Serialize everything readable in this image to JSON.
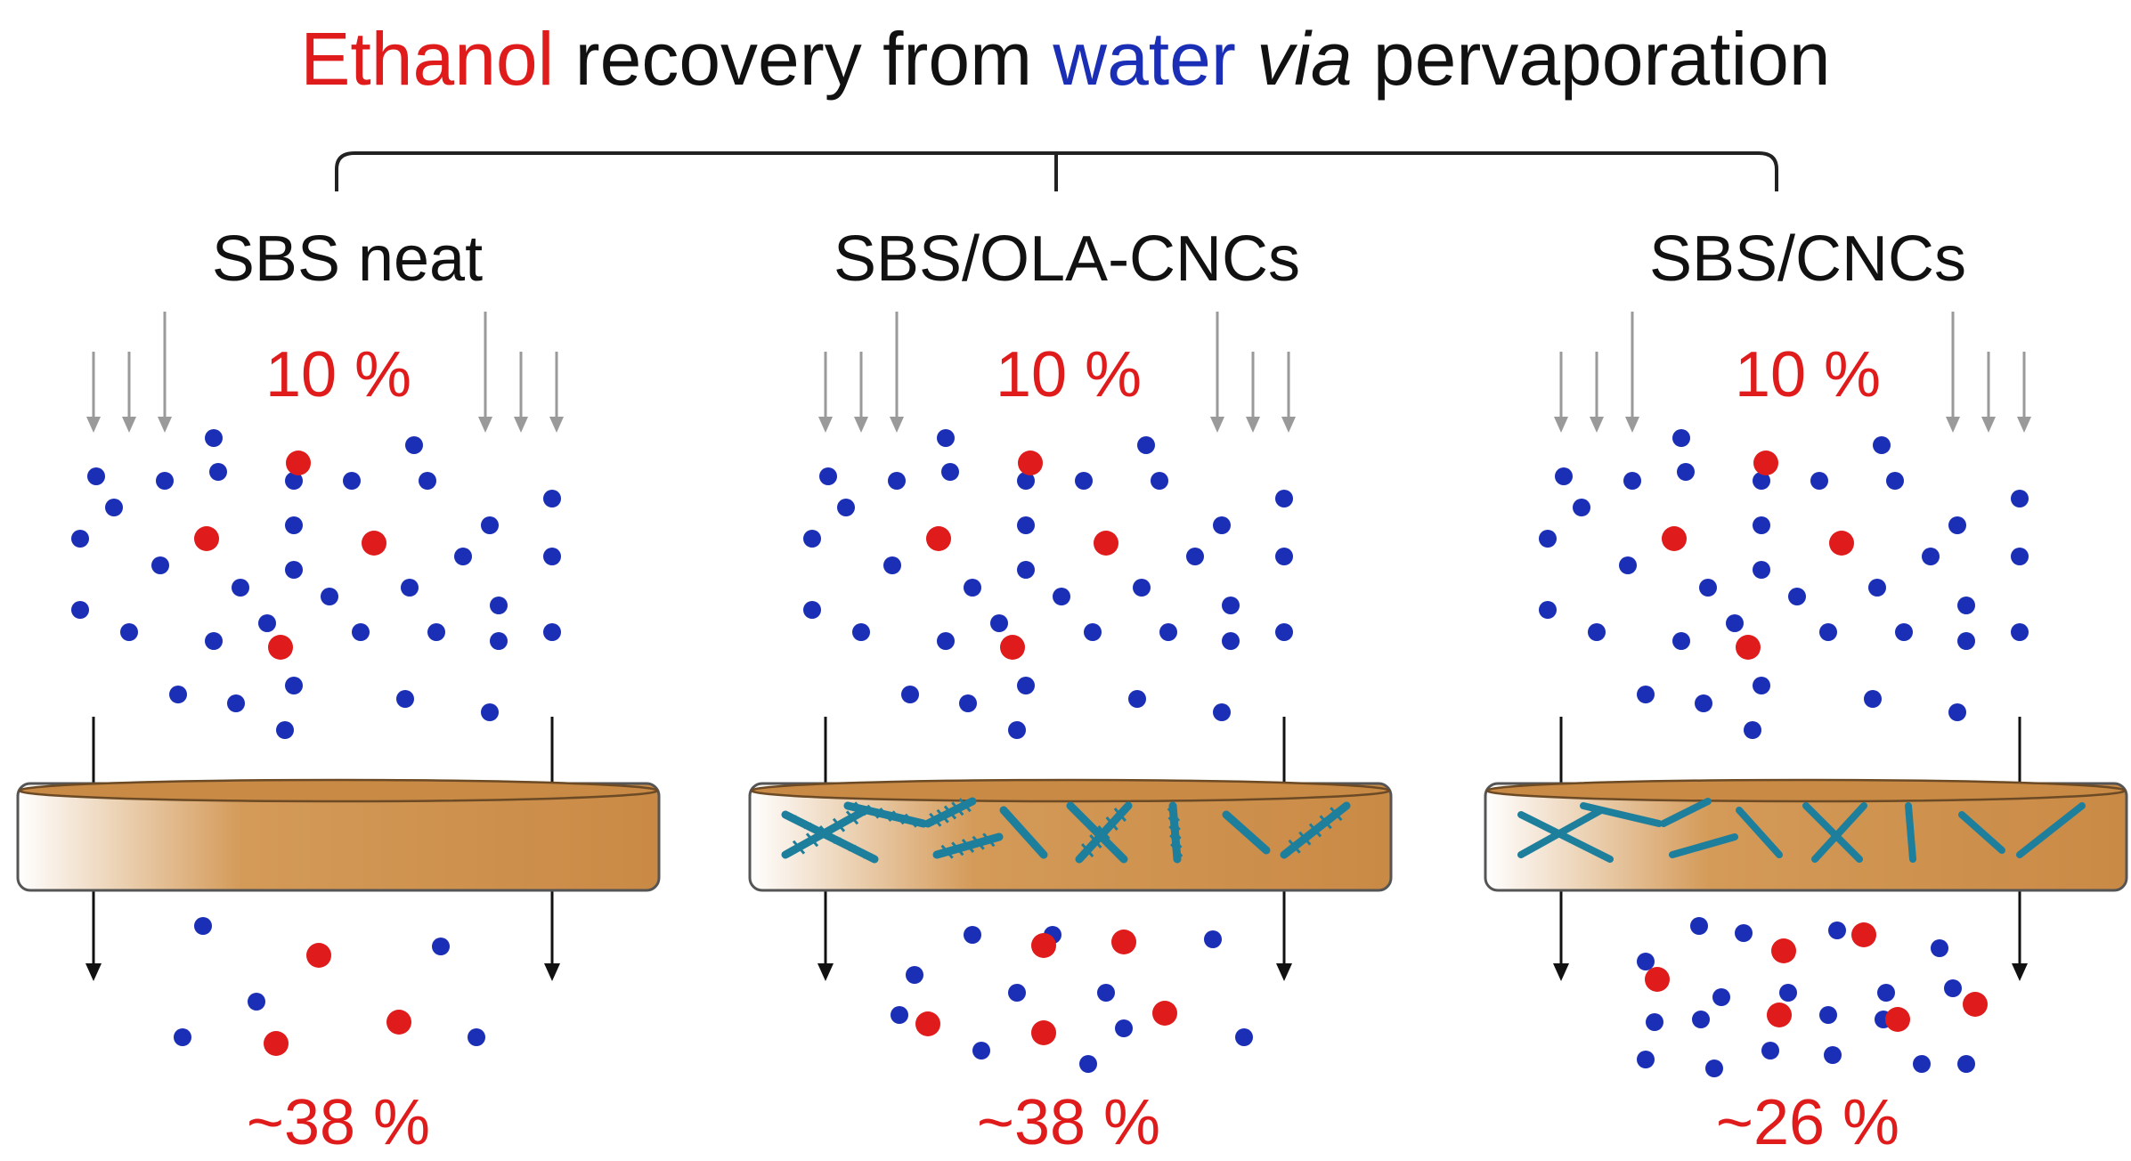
{
  "title": {
    "part1": "Ethanol",
    "part2": "recovery from",
    "part3": "water",
    "part4": "via",
    "part5": "pervaporation"
  },
  "colors": {
    "ethanol": "#e01b1b",
    "water": "#1a2fb5",
    "membrane": "#c98a45",
    "cnc": "#1d7f9c"
  },
  "panels": [
    {
      "label": "SBS neat",
      "feed_pct": "10 %",
      "permeate_pct": "~38 %",
      "filler": "none"
    },
    {
      "label": "SBS/OLA-CNCs",
      "feed_pct": "10 %",
      "permeate_pct": "~38 %",
      "filler": "OLA-CNCs"
    },
    {
      "label": "SBS/CNCs",
      "feed_pct": "10 %",
      "permeate_pct": "~26 %",
      "filler": "CNCs"
    }
  ]
}
